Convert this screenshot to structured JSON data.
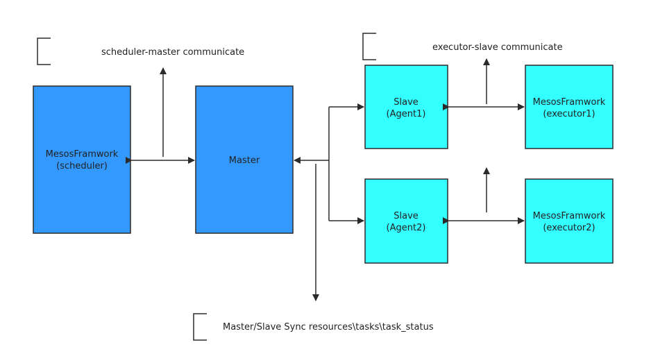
{
  "colors": {
    "blue_fill": "#3399ff",
    "cyan_fill": "#33ffff",
    "stroke": "#2b2b2b",
    "line": "#2b2b2b",
    "background": "#ffffff"
  },
  "nodes": {
    "framework_scheduler": {
      "line1": "MesosFramwork",
      "line2": "(scheduler)"
    },
    "master": {
      "line1": "Master"
    },
    "slave_agent1": {
      "line1": "Slave",
      "line2": "(Agent1)"
    },
    "slave_agent2": {
      "line1": "Slave",
      "line2": "(Agent2)"
    },
    "framework_executor1": {
      "line1": "MesosFramwork",
      "line2": "(executor1)"
    },
    "framework_executor2": {
      "line1": "MesosFramwork",
      "line2": "(executor2)"
    }
  },
  "notes": {
    "scheduler_master": "scheduler-master communicate",
    "executor_slave": "executor-slave communicate",
    "master_slave_sync": "Master/Slave Sync resources\\tasks\\task_status"
  }
}
